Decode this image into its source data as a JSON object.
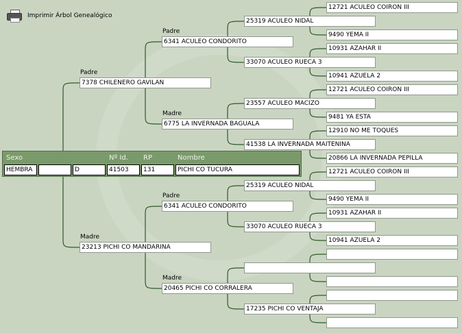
{
  "toolbar": {
    "print_label": "Imprimir Árbol Genealógico"
  },
  "animal": {
    "headers": {
      "sexo": "Sexo",
      "id": "Nº Id.",
      "rp": "RP",
      "nombre": "Nombre"
    },
    "sexo": "HEMBRA",
    "blank": "",
    "tipo": "D",
    "id": "41503",
    "rp": "131",
    "nombre": "PICHI CO TUCURA"
  },
  "labels": {
    "padre": "Padre",
    "madre": "Madre"
  },
  "gen1": [
    "7378 CHILENERO GAVILAN",
    "23213 PICHI CO MANDARINA"
  ],
  "gen2": [
    "6341 ACULEO CONDORITO",
    "6775 LA INVERNADA BAGUALA",
    "6341 ACULEO CONDORITO",
    "20465 PICHI CO CORRALERA"
  ],
  "gen3": [
    "25319 ACULEO NIDAL",
    "33070 ACULEO RUECA 3",
    "23557 ACULEO MACIZO",
    "41538 LA INVERNADA MAITENINA",
    "25319 ACULEO NIDAL",
    "33070 ACULEO RUECA 3",
    "",
    "17235 PICHI CO VENTAJA"
  ],
  "gen4": [
    "12721 ACULEO COIRON III",
    "9490 YEMA II",
    "10931 AZAHAR II",
    "10941 AZUELA 2",
    "12721 ACULEO COIRON III",
    "9481 YA ESTA",
    "12910 NO ME TOQUES",
    "20866 LA INVERNADA PEPILLA",
    "12721 ACULEO COIRON III",
    "9490 YEMA II",
    "10931 AZAHAR II",
    "10941 AZUELA 2",
    "",
    "",
    "",
    ""
  ],
  "colors": {
    "wire": "#2f5a2a",
    "panel": "#7b9a6b"
  }
}
